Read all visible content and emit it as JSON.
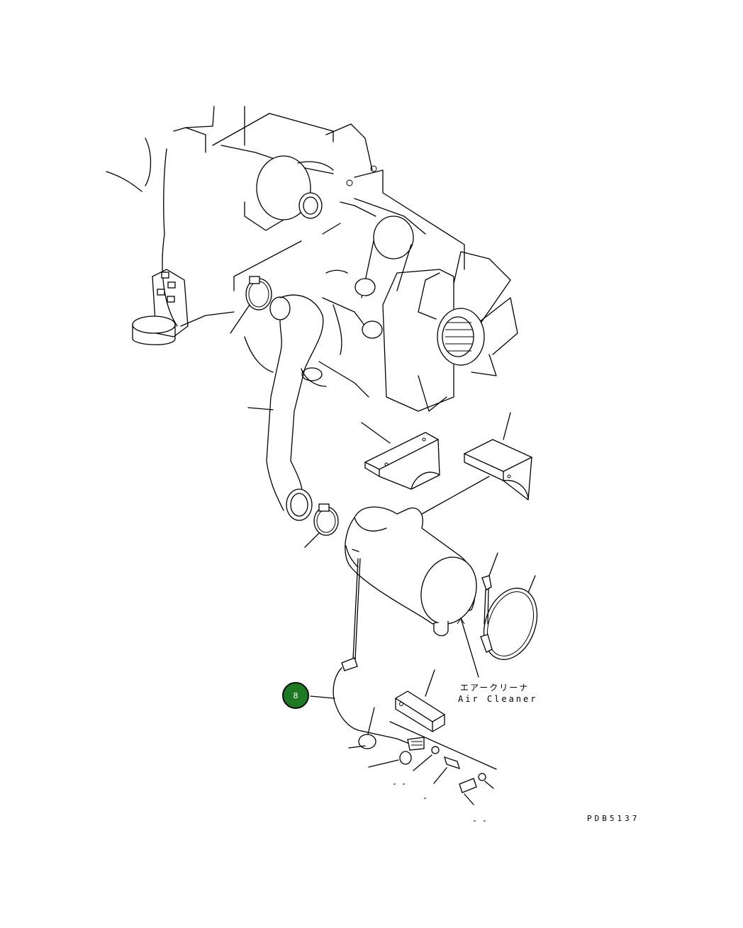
{
  "labels": {
    "air_cleaner_jp": "エアークリーナ",
    "air_cleaner_en": "Air Cleaner",
    "drawing_number": "PDB5137"
  },
  "callout": {
    "number": "8",
    "color": "#1e7a22"
  },
  "colors": {
    "line": "#000000",
    "background": "#ffffff"
  }
}
